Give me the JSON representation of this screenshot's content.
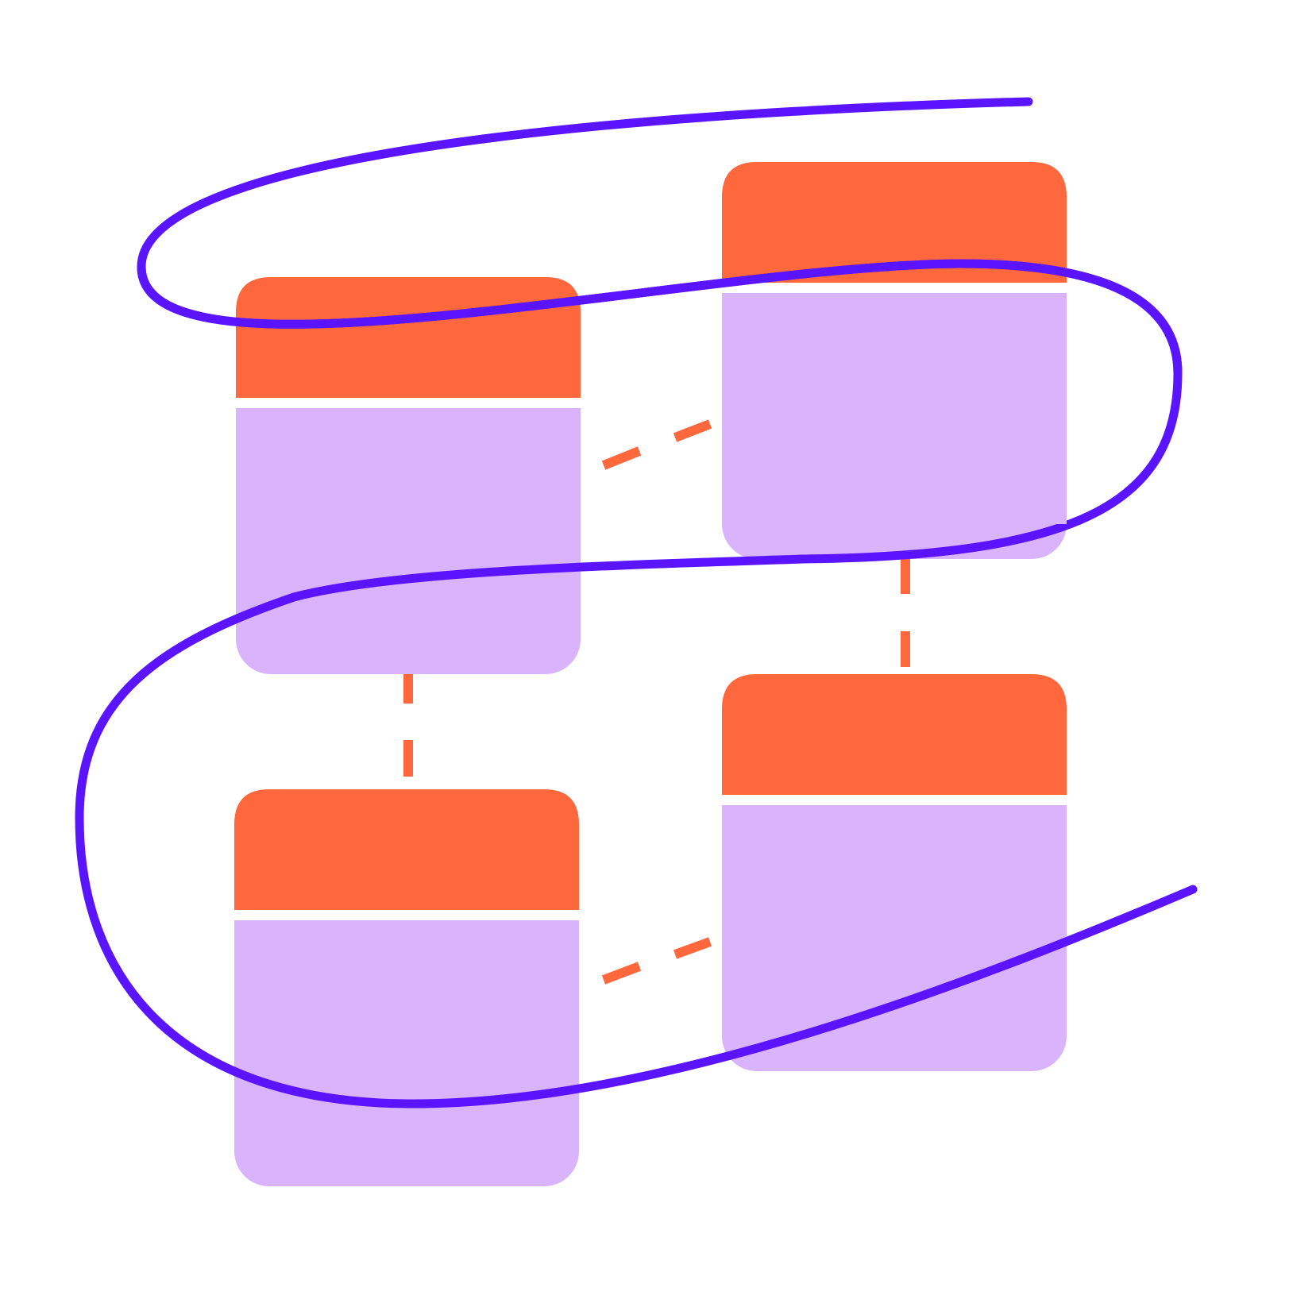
{
  "colors": {
    "background": "#FFFFFF",
    "card_header": "#FF673D",
    "card_body": "#D9B4FD",
    "divider": "#FFFFFF",
    "connector": "#FF673D",
    "curve": "#5B14FF"
  },
  "diagram": {
    "cards": [
      {
        "name": "card-top-left"
      },
      {
        "name": "card-top-right"
      },
      {
        "name": "card-bottom-left"
      },
      {
        "name": "card-bottom-right"
      }
    ],
    "connectors": [
      {
        "name": "connector-top-left-to-top-right",
        "style": "dashed"
      },
      {
        "name": "connector-top-left-to-bottom-left",
        "style": "dashed"
      },
      {
        "name": "connector-top-right-to-bottom-right",
        "style": "dashed"
      },
      {
        "name": "connector-bottom-left-to-bottom-right",
        "style": "dashed"
      }
    ],
    "curve": {
      "name": "scribble-curve",
      "style": "solid"
    }
  }
}
